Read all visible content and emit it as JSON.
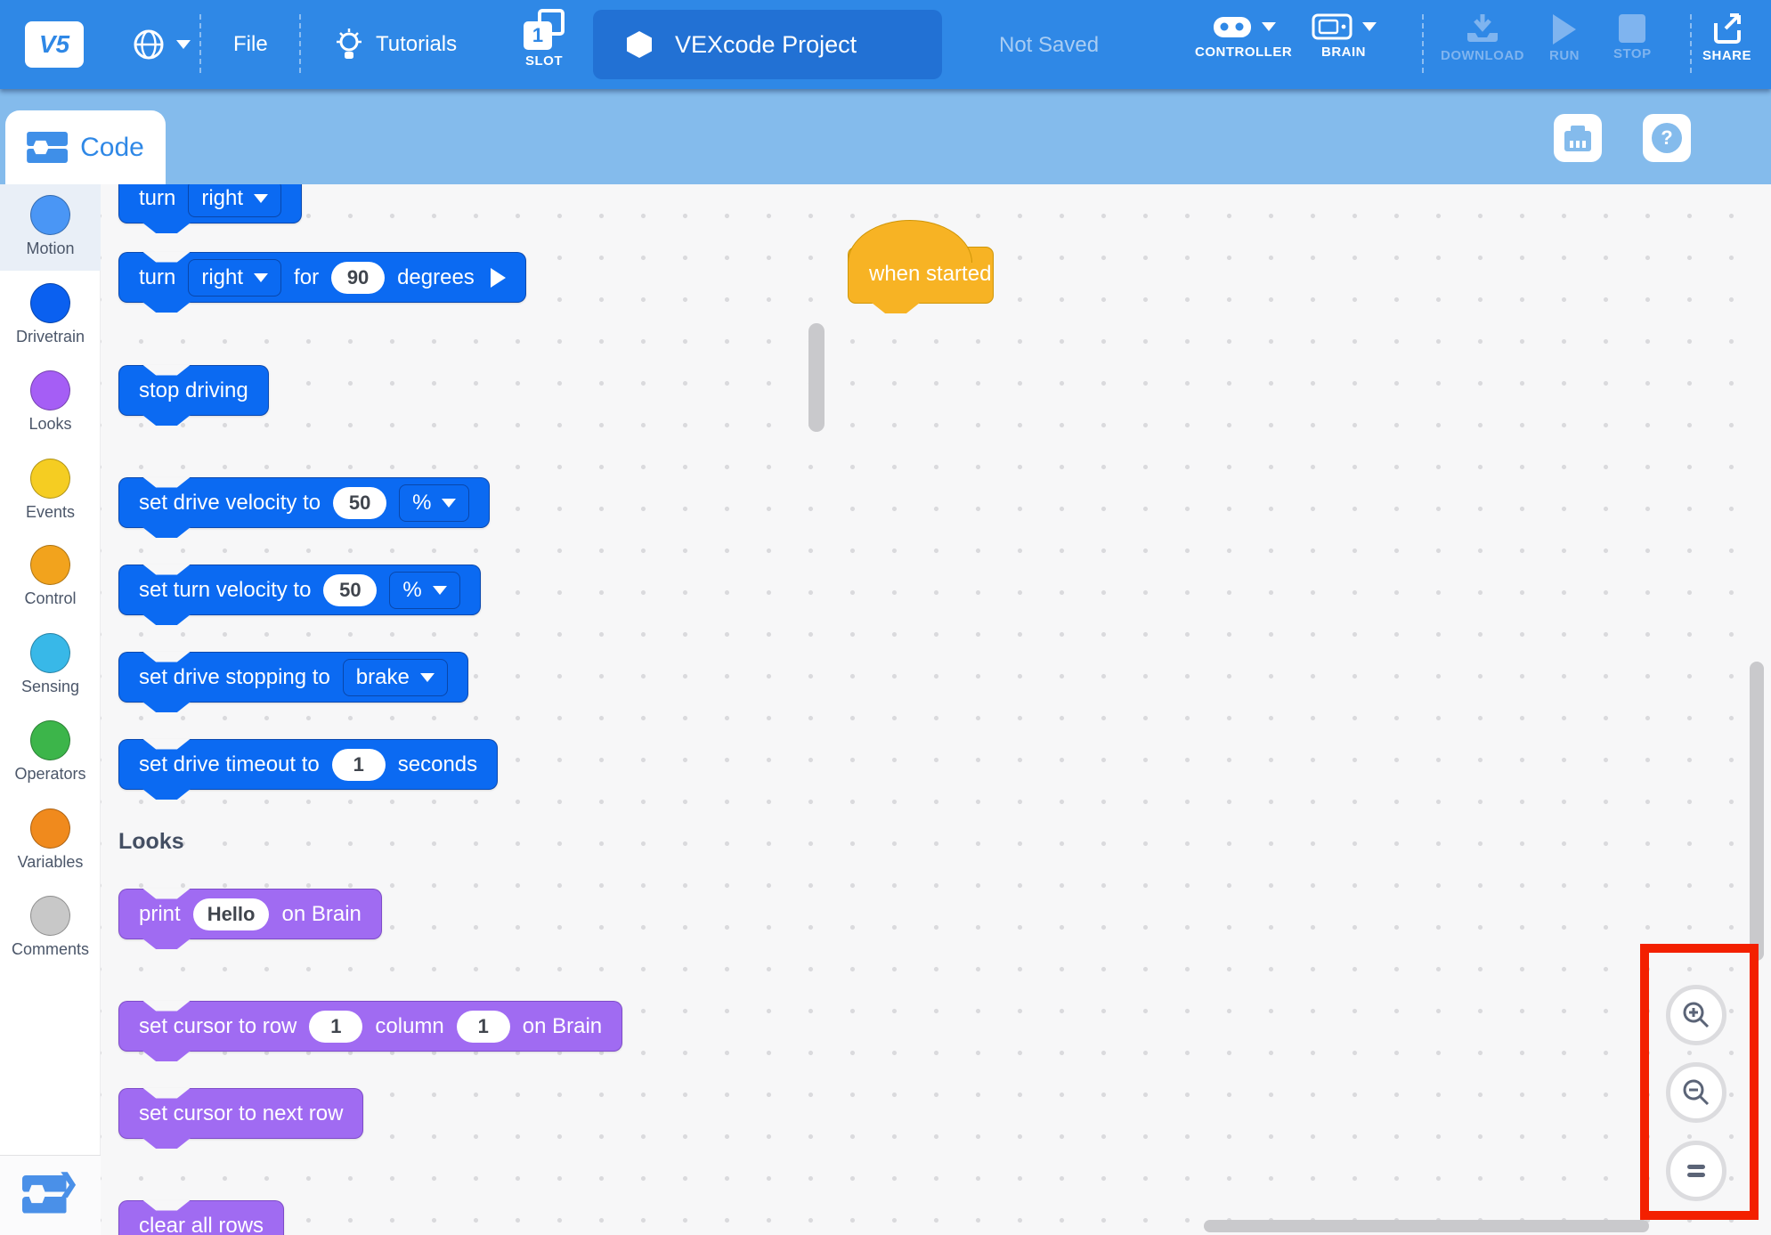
{
  "topbar": {
    "logo_text": "V5",
    "file_label": "File",
    "tutorials_label": "Tutorials",
    "slot_label": "SLOT",
    "slot_number": "1",
    "project_title": "VEXcode Project",
    "save_status": "Not Saved",
    "controller_label": "CONTROLLER",
    "brain_label": "BRAIN",
    "download_label": "DOWNLOAD",
    "run_label": "RUN",
    "stop_label": "STOP",
    "share_label": "SHARE",
    "bg_color": "#2f88e6",
    "project_button_color": "#2271d4",
    "disabled_item_color": "#7fb4ef"
  },
  "tabbar": {
    "code_label": "Code",
    "bg_color": "#84bbec"
  },
  "sidebar": {
    "items": [
      {
        "label": "Motion",
        "color": "#4a96f5",
        "selected": true
      },
      {
        "label": "Drivetrain",
        "color": "#0a60f0",
        "selected": false
      },
      {
        "label": "Looks",
        "color": "#a55ef5",
        "selected": false
      },
      {
        "label": "Events",
        "color": "#f5cd22",
        "selected": false
      },
      {
        "label": "Control",
        "color": "#f2a31d",
        "selected": false
      },
      {
        "label": "Sensing",
        "color": "#38b8e8",
        "selected": false
      },
      {
        "label": "Operators",
        "color": "#3cb54a",
        "selected": false
      },
      {
        "label": "Variables",
        "color": "#f08a1d",
        "selected": false
      },
      {
        "label": "Comments",
        "color": "#c8c8c8",
        "selected": false
      }
    ]
  },
  "palette": {
    "section_looks": "Looks",
    "block_blue": "#0b6af2",
    "block_purple": "#a06bf2",
    "blocks": [
      {
        "text": "turn",
        "dropdown": "right"
      },
      {
        "text": "turn",
        "dropdown": "right",
        "text2": "for",
        "value": "90",
        "text3": "degrees"
      },
      {
        "text": "stop driving"
      },
      {
        "text": "set drive velocity to",
        "value": "50",
        "dropdown": "%"
      },
      {
        "text": "set turn velocity to",
        "value": "50",
        "dropdown": "%"
      },
      {
        "text": "set drive stopping to",
        "dropdown": "brake"
      },
      {
        "text": "set drive timeout to",
        "value": "1",
        "text2": "seconds"
      },
      {
        "text": "print",
        "value": "Hello",
        "text2": "on Brain"
      },
      {
        "text": "set cursor to row",
        "value": "1",
        "text2": "column",
        "value2": "1",
        "text3": "on Brain"
      },
      {
        "text": "set cursor to next row"
      },
      {
        "text": "clear all rows"
      }
    ]
  },
  "canvas": {
    "hat_label": "when started",
    "hat_color": "#f7b324"
  },
  "zoom_controls": {
    "highlight_color": "#f32000",
    "buttons": [
      "zoom-in",
      "zoom-out",
      "reset-zoom"
    ]
  }
}
